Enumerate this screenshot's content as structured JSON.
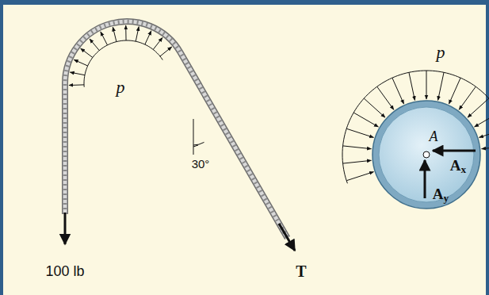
{
  "diagram": {
    "labels": [
      "p",
      "30°",
      "100 lb",
      "T",
      "p",
      "A",
      "Ax",
      "Ay"
    ]
  }
}
